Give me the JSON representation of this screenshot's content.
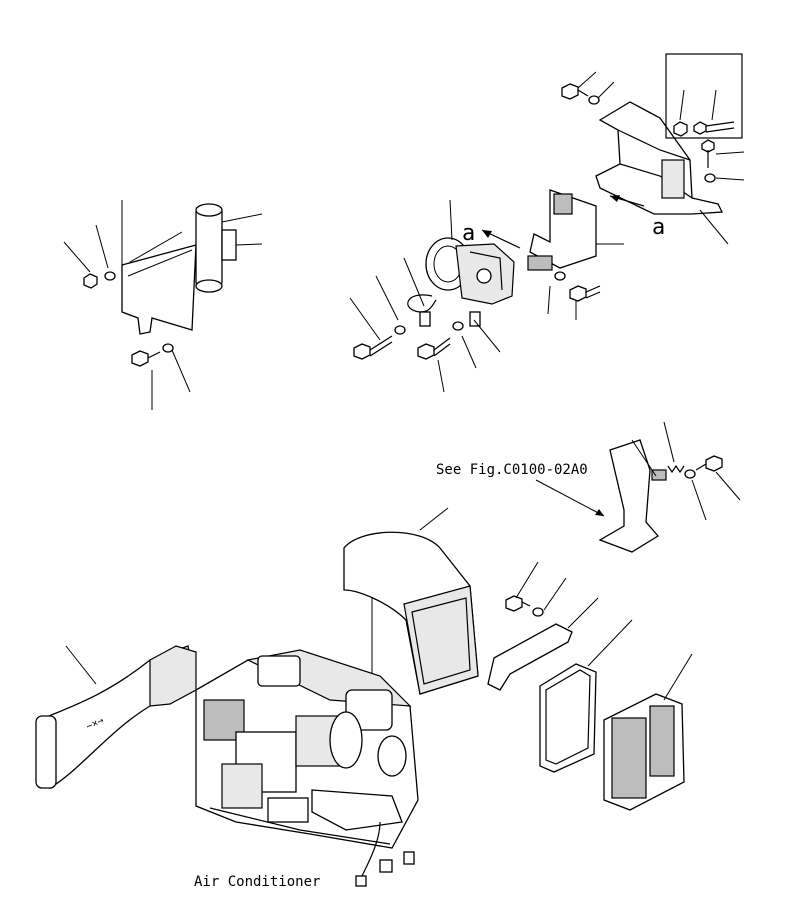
{
  "labels": {
    "view_marker_left": "a",
    "view_marker_right": "a",
    "reference": "See Fig.C0100-02A0",
    "caption": "Air Conditioner"
  }
}
